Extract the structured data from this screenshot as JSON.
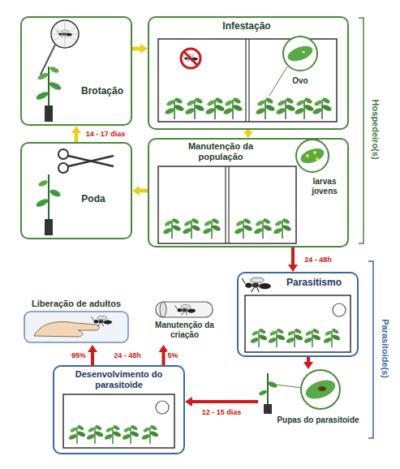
{
  "diagram": {
    "nodes": [
      {
        "text": [
          "Brotação"
        ]
      },
      {
        "text": [
          "Infestação"
        ]
      },
      {
        "text": [
          "Poda"
        ]
      },
      {
        "text": [
          "Manutenção da população"
        ]
      },
      {
        "text": [
          "Parasitismo"
        ]
      },
      {
        "text": [
          "Pupas do parasitoide"
        ]
      },
      {
        "text": [
          "Desenvolvimento do parasitoide"
        ]
      },
      {
        "text": [
          "Liberação de adultos"
        ]
      },
      {
        "text": [
          "Manutenção da criação"
        ]
      }
    ],
    "edges": [
      {
        "from": 0,
        "to": 1,
        "arrow": "to"
      },
      {
        "from": 1,
        "to": 3,
        "arrow": "to"
      },
      {
        "from": 3,
        "to": 2,
        "arrow": "to"
      },
      {
        "from": 2,
        "to": 0,
        "label": "14 - 17 dias",
        "arrow": "to"
      },
      {
        "from": 3,
        "to": 4,
        "label": "24 - 48h",
        "arrow": "to"
      },
      {
        "from": 4,
        "to": 5,
        "arrow": "to"
      },
      {
        "from": 5,
        "to": 6,
        "label": "12 - 15 dias",
        "arrow": "to"
      },
      {
        "from": 6,
        "to": 7,
        "label": "95%",
        "arrow": "to"
      },
      {
        "from": 6,
        "to": 8,
        "label": "5%",
        "arrow": "to"
      }
    ],
    "labels": [
      "Hospedeiro(s)",
      "Parasitoide(s)",
      "Ovo",
      "larvas jovens",
      "24 - 48h"
    ]
  }
}
